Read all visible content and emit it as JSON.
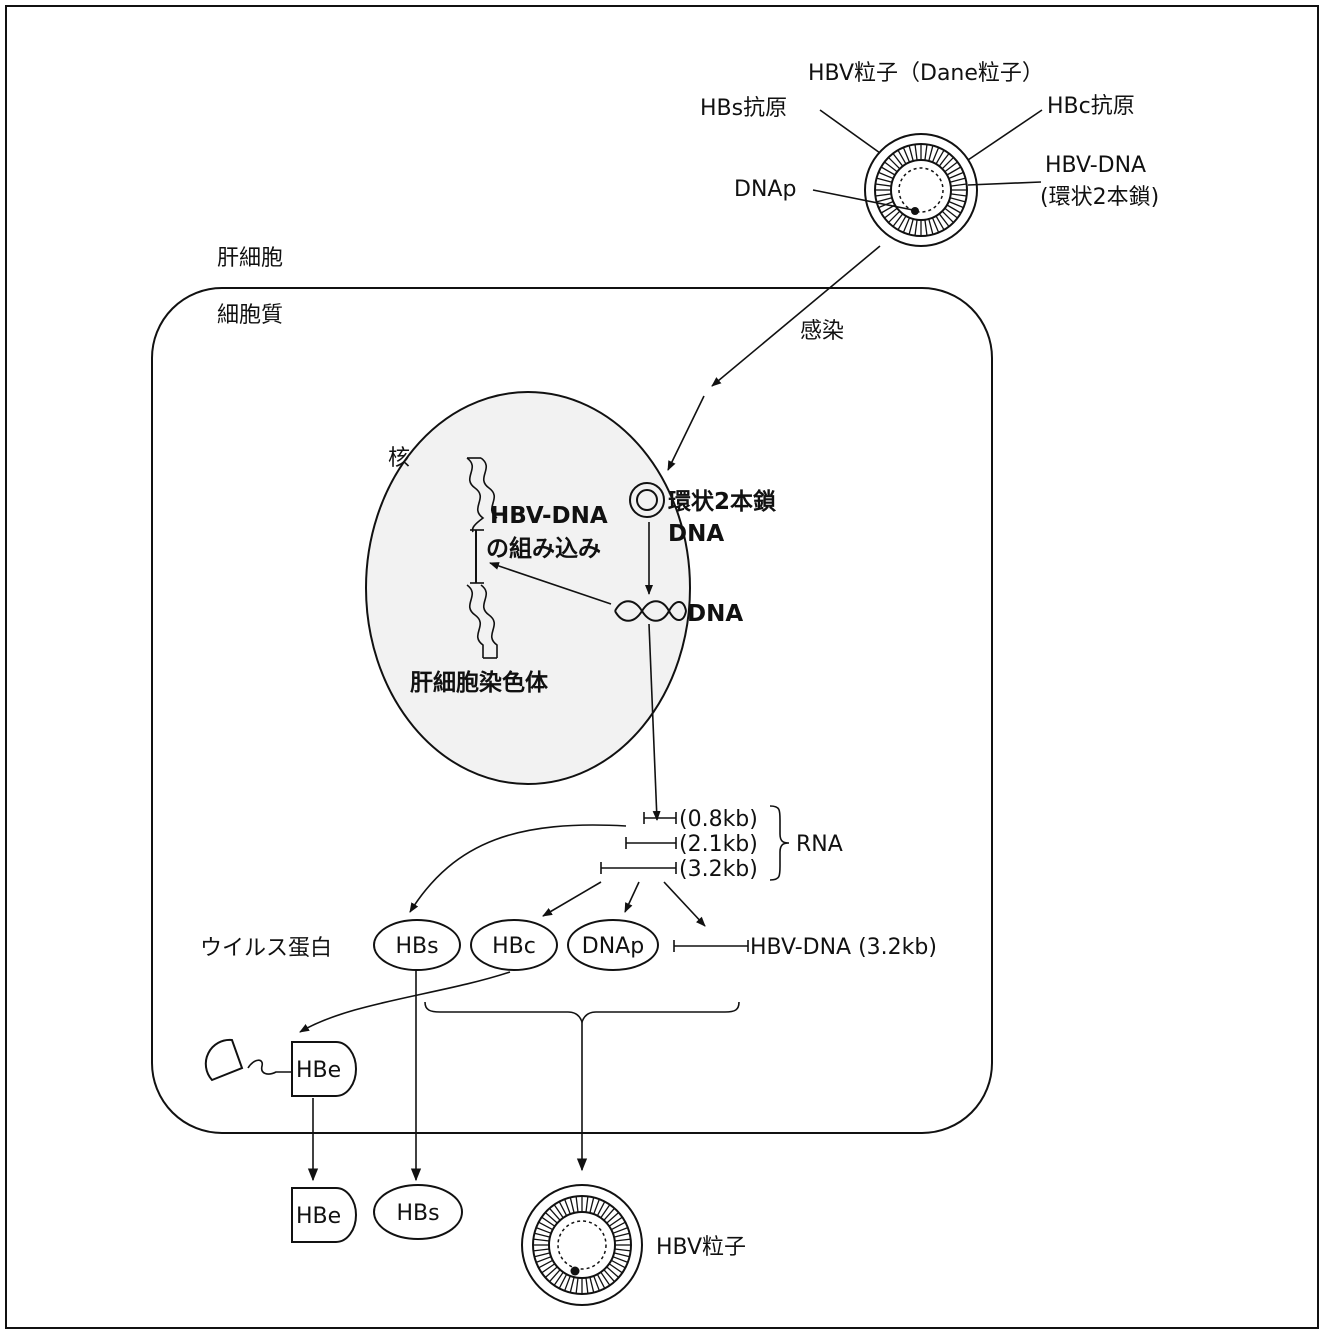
{
  "virion_top": {
    "title": "HBV粒子（Dane粒子）",
    "hbs_antigen": "HBs抗原",
    "hbc_antigen": "HBc抗原",
    "dnap": "DNAp",
    "hbv_dna": "HBV-DNA",
    "hbv_dna_note": "(環状2本鎖)"
  },
  "regions": {
    "hepatocyte": "肝細胞",
    "cytoplasm": "細胞質",
    "nucleus": "核"
  },
  "infection": "感染",
  "nucleus_content": {
    "circular_dna_line1": "環状2本鎖",
    "circular_dna_line2": "DNA",
    "linear_dna": "DNA",
    "integration_line1": "HBV-DNA",
    "integration_line2": "の組み込み",
    "chromosome": "肝細胞染色体"
  },
  "rna": {
    "label": "RNA",
    "transcripts": [
      "(0.8kb)",
      "(2.1kb)",
      "(3.2kb)"
    ]
  },
  "proteins": {
    "label": "ウイルス蛋白",
    "hbs": "HBs",
    "hbc": "HBc",
    "dnap": "DNAp",
    "hbv_dna": "HBV-DNA (3.2kb)"
  },
  "hbe": "HBe",
  "outputs": {
    "hbe": "HBe",
    "hbs": "HBs",
    "virion": "HBV粒子"
  }
}
